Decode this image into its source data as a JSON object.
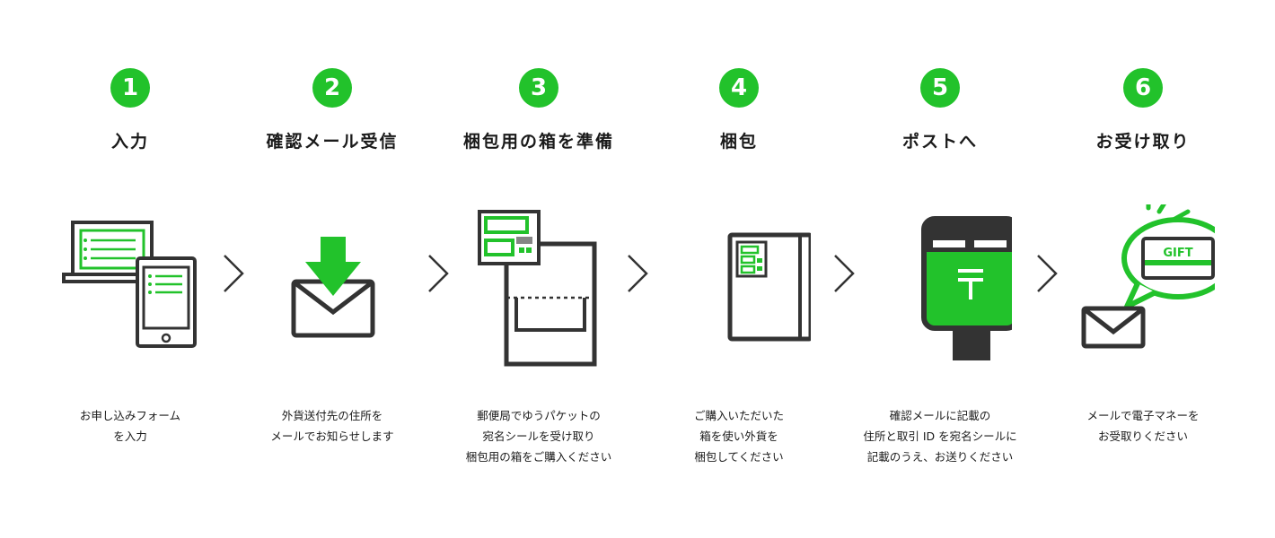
{
  "steps": [
    {
      "num": "1",
      "title": "入力",
      "lines": [
        "お申し込みフォーム",
        "を入力"
      ],
      "icon": "laptop-tablet-icon"
    },
    {
      "num": "2",
      "title": "確認メール受信",
      "lines": [
        "外貨送付先の住所を",
        "メールでお知らせします"
      ],
      "icon": "mail-download-icon"
    },
    {
      "num": "3",
      "title": "梱包用の箱を準備",
      "lines": [
        "郵便局でゆうパケットの",
        "宛名シールを受け取り",
        "梱包用の箱をご購入ください"
      ],
      "icon": "box-label-icon"
    },
    {
      "num": "4",
      "title": "梱包",
      "lines": [
        "ご購入いただいた",
        "箱を使い外貨を",
        "梱包してください"
      ],
      "icon": "package-icon"
    },
    {
      "num": "5",
      "title": "ポストへ",
      "lines": [
        "確認メールに記載の",
        "住所と取引 ID を宛名シールに",
        "記載のうえ、お送りください"
      ],
      "icon": "postbox-icon"
    },
    {
      "num": "6",
      "title": "お受け取り",
      "lines": [
        "メールで電子マネーを",
        "お受取りください"
      ],
      "icon": "gift-card-icon"
    }
  ],
  "gift_label": "GIFT",
  "post_mark": "〒",
  "colors": {
    "accent": "#22c22b",
    "dark": "#333333"
  }
}
